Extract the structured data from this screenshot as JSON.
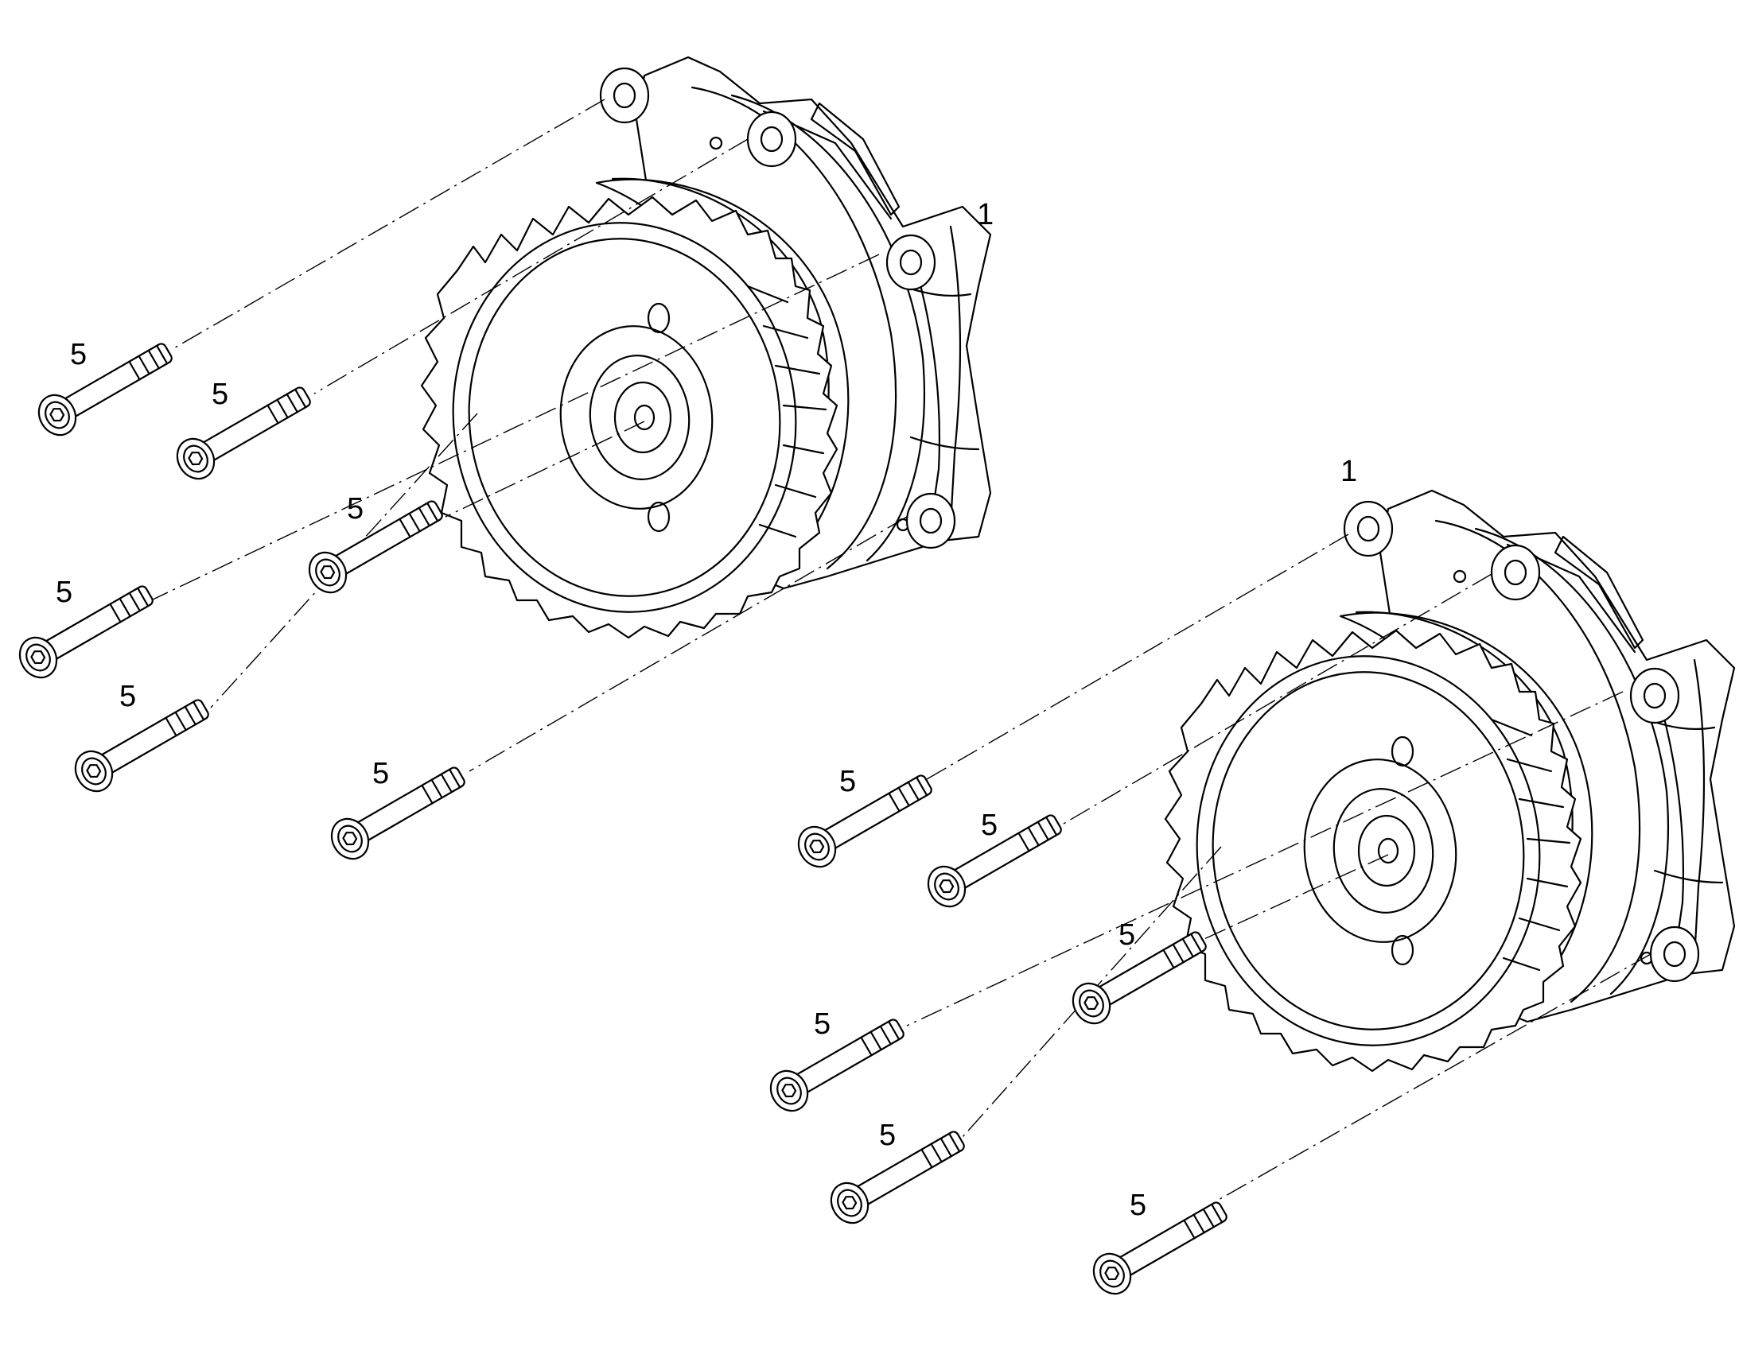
{
  "callouts": {
    "pump_left": "1",
    "pump_right": "1",
    "bolt_label": "5"
  },
  "colors": {
    "line": "#000000",
    "background": "#ffffff"
  },
  "icons": {
    "pump": "oil-pump-gear-assembly-icon",
    "bolt": "socket-head-cap-screw-icon"
  }
}
